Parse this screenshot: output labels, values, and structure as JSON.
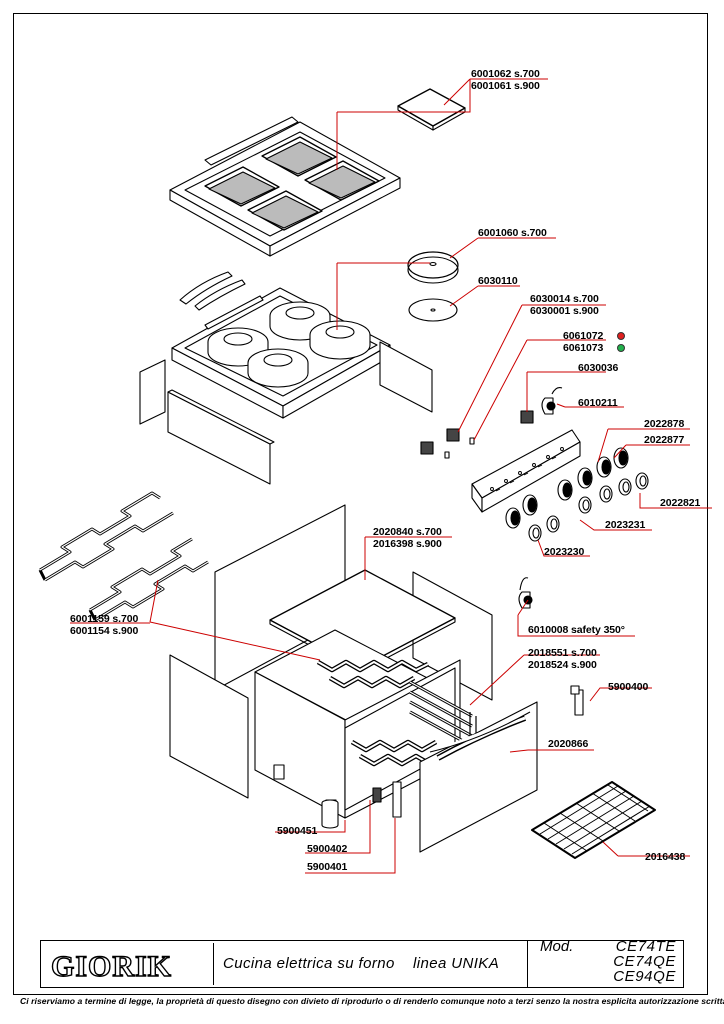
{
  "parts": [
    {
      "code": "6001062  s.700",
      "code2": "6001061  s.900"
    },
    {
      "code": "6001060  s.700"
    },
    {
      "code": "6030110"
    },
    {
      "code": "6030014  s.700",
      "code2": "6030001  s.900"
    },
    {
      "code": "6061072"
    },
    {
      "code": "6061073"
    },
    {
      "code": "6030036"
    },
    {
      "code": "6010211"
    },
    {
      "code": "2022878"
    },
    {
      "code": "2022877"
    },
    {
      "code": "2022821"
    },
    {
      "code": "2023231"
    },
    {
      "code": "2023230"
    },
    {
      "code": "2020840  s.700",
      "code2": "2016398  s.900"
    },
    {
      "code": "6001159  s.700",
      "code2": "6001154  s.900"
    },
    {
      "code": "6010008 safety 350°"
    },
    {
      "code": "2018551 s.700",
      "code2": "2018524 s.900"
    },
    {
      "code": "5900400"
    },
    {
      "code": "2020866"
    },
    {
      "code": "5900451"
    },
    {
      "code": "5900402"
    },
    {
      "code": "5900401"
    },
    {
      "code": "2016438"
    }
  ],
  "indicator_colors": {
    "red": "#e02020",
    "green": "#22b14c"
  },
  "leader_color": "#cc0000",
  "title_block": {
    "brand": "GIORIK",
    "description": "Cucina elettrica su forno    linea UNIKA",
    "model_label": "Mod.",
    "models": [
      "CE74TE",
      "CE74QE",
      "CE94QE"
    ]
  },
  "disclaimer": "Ci riserviamo a termine di legge, la proprietà di questo disegno con divieto di riprodurlo o di renderlo comunque noto a terzi senzo la nostra esplicita autorizzazione scritta"
}
